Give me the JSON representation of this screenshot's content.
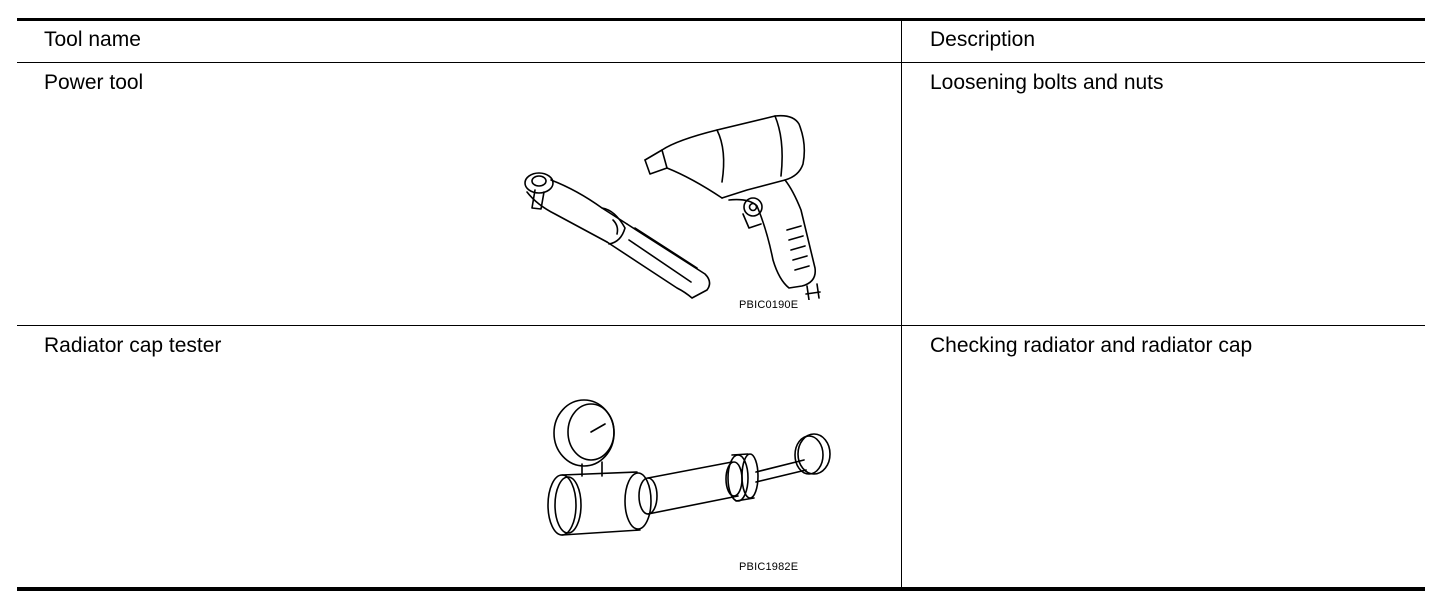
{
  "table": {
    "headers": {
      "tool_name": "Tool name",
      "description": "Description"
    },
    "rows": [
      {
        "tool_name": "Power tool",
        "description": "Loosening bolts and nuts",
        "figure_code": "PBIC0190E",
        "figure_icon": "power-tool-icon"
      },
      {
        "tool_name": "Radiator cap tester",
        "description": "Checking radiator and radiator cap",
        "figure_code": "PBIC1982E",
        "figure_icon": "radiator-cap-tester-icon"
      }
    ]
  }
}
